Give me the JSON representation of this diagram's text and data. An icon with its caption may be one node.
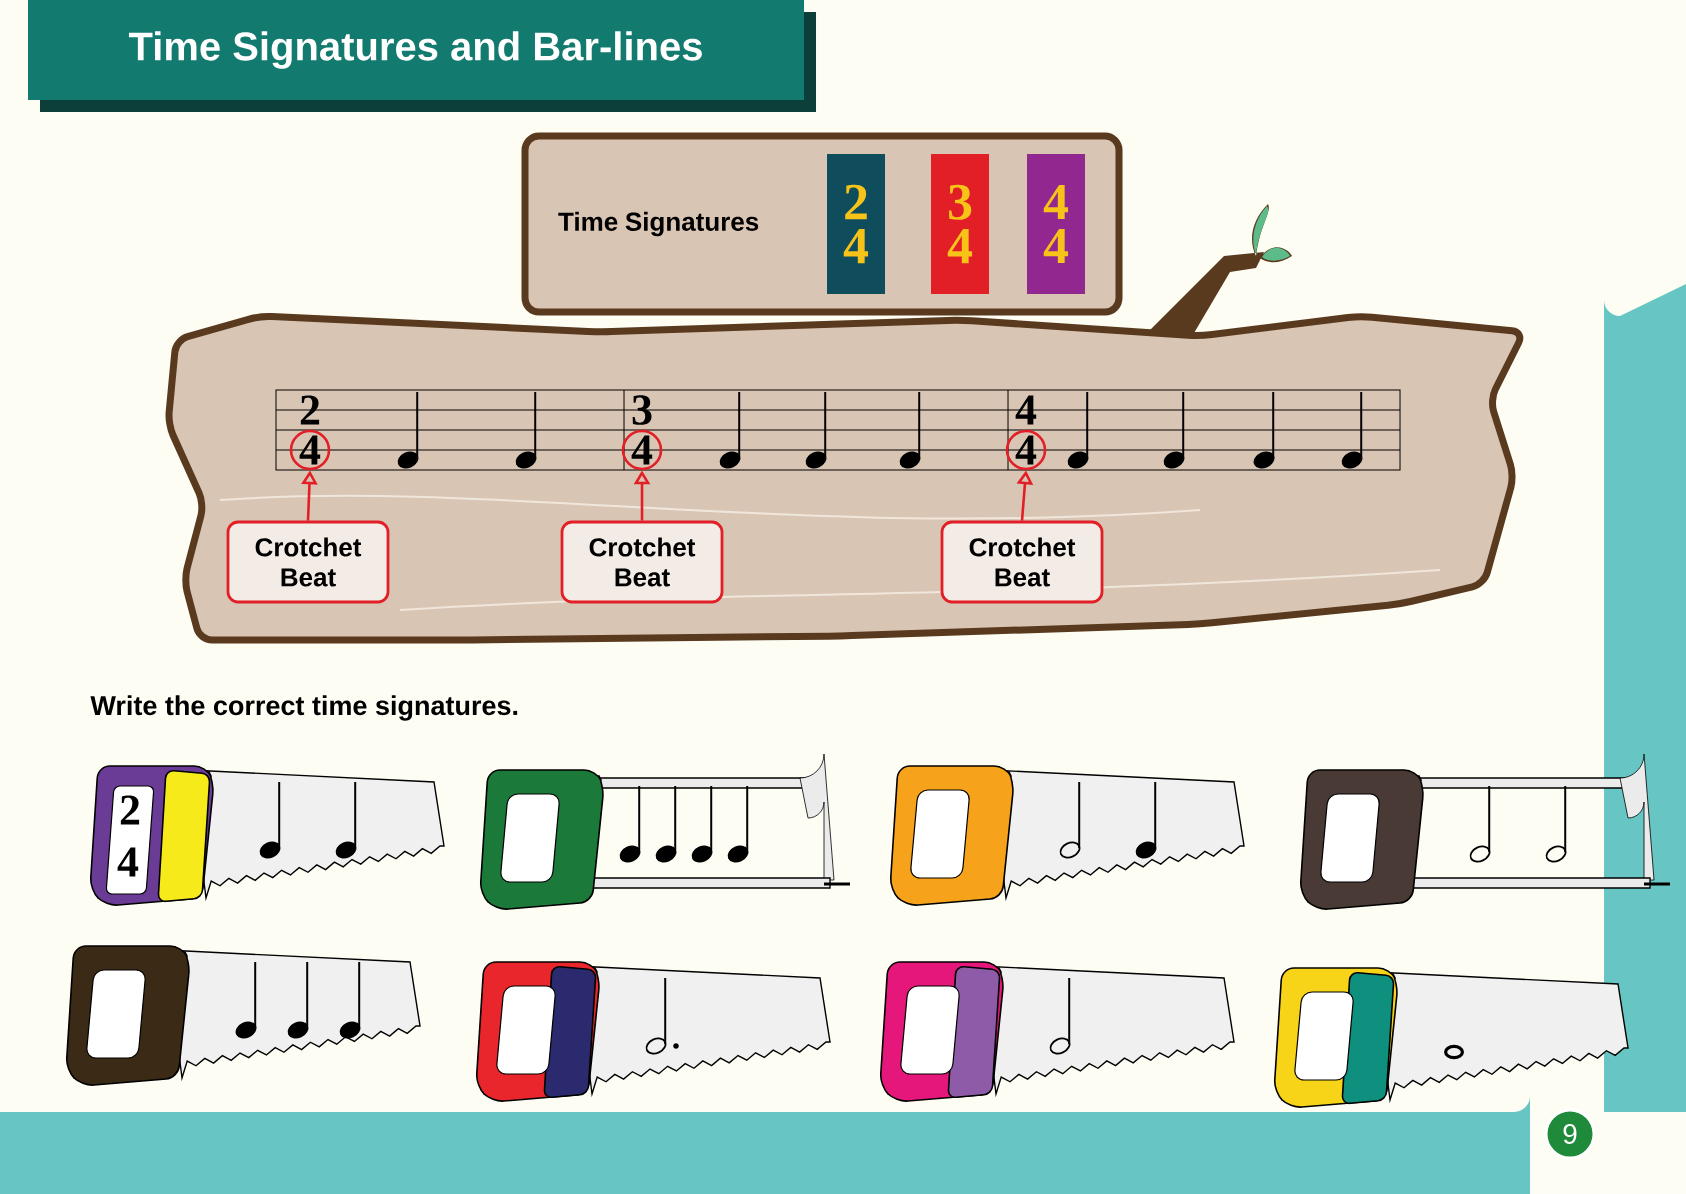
{
  "diagram": {
    "title": "Time Signatures and Bar-lines",
    "nodes": [
      {
        "text": [
          "Time Signatures"
        ]
      },
      {
        "text": [
          "2",
          "4"
        ],
        "in": 0
      },
      {
        "text": [
          "3",
          "4"
        ],
        "in": 0
      },
      {
        "text": [
          "4",
          "4"
        ],
        "in": 0
      },
      {
        "text": [
          "Crotchet Beat"
        ]
      },
      {
        "text": [
          "Crotchet Beat"
        ]
      },
      {
        "text": [
          "Crotchet Beat"
        ]
      },
      {
        "text": [
          "4"
        ]
      },
      {
        "text": [
          "4"
        ]
      },
      {
        "text": [
          "4"
        ]
      }
    ],
    "edges": [
      {
        "from": 4,
        "to": 7,
        "arrow": "to"
      },
      {
        "from": 5,
        "to": 8,
        "arrow": "to"
      },
      {
        "from": 6,
        "to": 9,
        "arrow": "to"
      }
    ],
    "labels": [
      "2",
      "3",
      "4",
      "Write the correct time signatures.",
      "2",
      "4",
      "9"
    ]
  }
}
